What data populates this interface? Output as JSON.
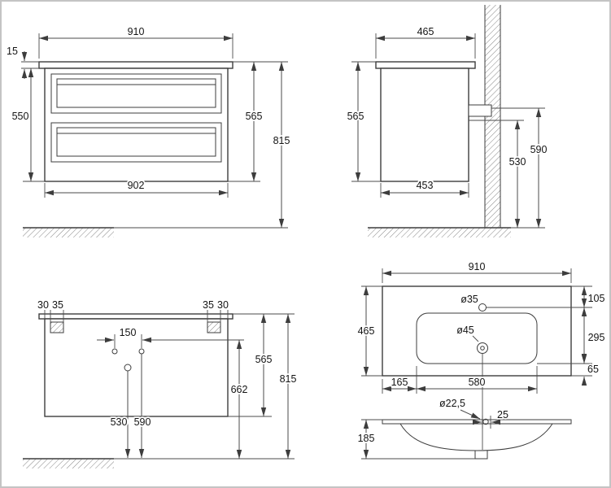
{
  "colors": {
    "line": "#3d3d3d",
    "text": "#141414",
    "hatch": "#777777",
    "frame": "#c4c4c4"
  },
  "views": {
    "front": {
      "dims": {
        "top_width": "910",
        "top_thickness": "15",
        "body_height": "550",
        "height": "565",
        "height_from_floor": "815",
        "body_width": "902"
      }
    },
    "side": {
      "dims": {
        "top_depth": "465",
        "height": "565",
        "upper_fixing_height": "590",
        "lower_fixing_height": "530",
        "body_depth": "453"
      }
    },
    "back": {
      "dims": {
        "left_edge_offset": "30",
        "left_bracket_width": "35",
        "right_bracket_width": "35",
        "right_edge_offset": "30",
        "holes_spacing": "150",
        "height": "565",
        "holes_height": "662",
        "height_from_floor": "815",
        "lower_hole_height": "530",
        "upper_hole_height": "590"
      }
    },
    "basin_top": {
      "dims": {
        "width": "910",
        "depth": "465",
        "faucet_hole": "ø35",
        "drain_hole": "ø45",
        "back_offset": "105",
        "bowl_depth": "295",
        "front_offset": "65",
        "bowl_offset_left": "165",
        "bowl_width": "580"
      }
    },
    "basin_front": {
      "dims": {
        "drain_diameter": "ø22,5",
        "drain_offset": "25",
        "height": "185"
      }
    }
  }
}
